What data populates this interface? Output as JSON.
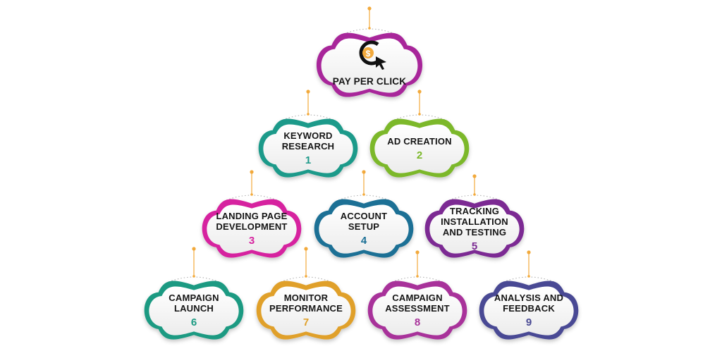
{
  "root": {
    "title": "PAY PER CLICK",
    "color": "#a8289a",
    "icon": "dollar-cursor-icon"
  },
  "steps": [
    {
      "id": "keyword-research",
      "title": "KEYWORD\nRESEARCH",
      "number": "1",
      "color": "#1f9a8a"
    },
    {
      "id": "ad-creation",
      "title": "AD CREATION",
      "number": "2",
      "color": "#7cb82a"
    },
    {
      "id": "landing-page-development",
      "title": "LANDING PAGE\nDEVELOPMENT",
      "number": "3",
      "color": "#d6249f"
    },
    {
      "id": "account-setup",
      "title": "ACCOUNT\nSETUP",
      "number": "4",
      "color": "#1a6f95"
    },
    {
      "id": "tracking-installation",
      "title": "TRACKING\nINSTALLATION\nAND TESTING",
      "number": "5",
      "color": "#7b2c93"
    },
    {
      "id": "campaign-launch",
      "title": "CAMPAIGN\nLAUNCH",
      "number": "6",
      "color": "#1b9a82"
    },
    {
      "id": "monitor-performance",
      "title": "MONITOR\nPERFORMANCE",
      "number": "7",
      "color": "#e0a02a"
    },
    {
      "id": "campaign-assessment",
      "title": "CAMPAIGN\nASSESSMENT",
      "number": "8",
      "color": "#a8339a"
    },
    {
      "id": "analysis-feedback",
      "title": "ANALYSIS AND\nFEEDBACK",
      "number": "9",
      "color": "#4a4a94"
    }
  ],
  "accents": {
    "pin": "#f2a93b",
    "dots": "#b0b0b0",
    "icon_orange": "#f2a93b",
    "icon_dark": "#111111"
  }
}
